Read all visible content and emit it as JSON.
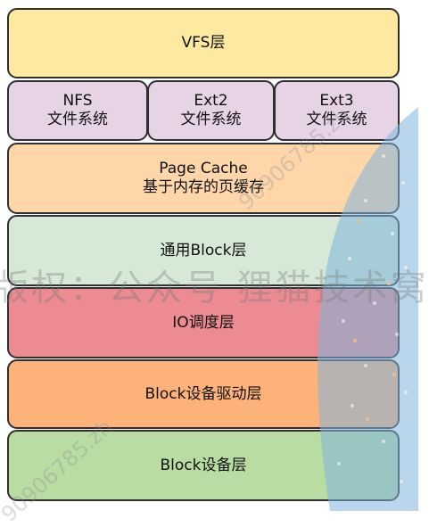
{
  "layers": {
    "vfs": {
      "label": "VFS层",
      "color": "#fde9a0"
    },
    "nfs": {
      "line1": "NFS",
      "line2": "文件系统",
      "color": "#e6d3e6"
    },
    "ext2": {
      "line1": "Ext2",
      "line2": "文件系统",
      "color": "#e6d3e6"
    },
    "ext3": {
      "line1": "Ext3",
      "line2": "文件系统",
      "color": "#e6d3e6"
    },
    "page_cache": {
      "line1": "Page Cache",
      "line2": "基于内存的页缓存",
      "color": "#fed6aa"
    },
    "generic_block": {
      "label": "通用Block层",
      "color": "#d6e9d6"
    },
    "io_scheduler": {
      "label": "IO调度层",
      "color": "#ec8b92"
    },
    "block_driver": {
      "label": "Block设备驱动层",
      "color": "#fdb27a"
    },
    "block_device": {
      "label": "Block设备层",
      "color": "#b9dca3"
    }
  },
  "watermark": {
    "text": "版权：公众号 狸猫技术窝",
    "id_upper": "90906785.zh",
    "id_lower": "90906785.zh"
  },
  "colors": {
    "border": "#2f2f2f",
    "overlay_blue": "#7fb4dc"
  }
}
